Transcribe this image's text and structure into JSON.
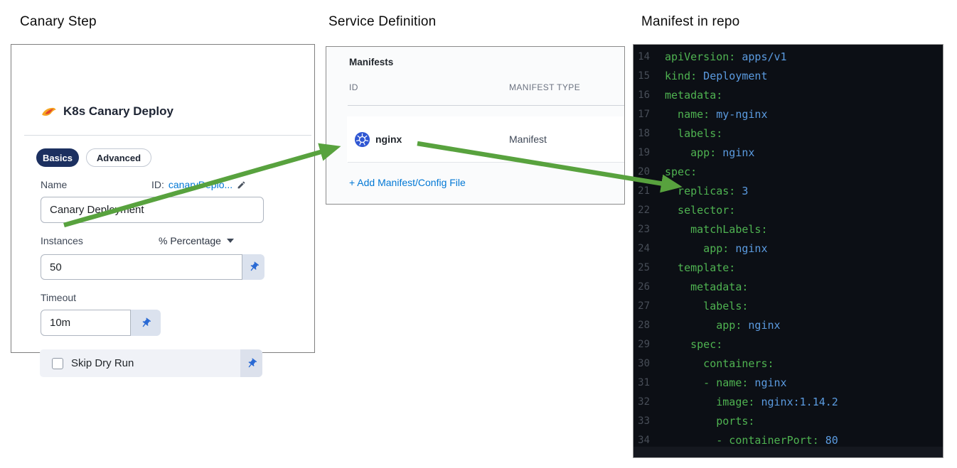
{
  "headings": {
    "left": "Canary Step",
    "middle": "Service Definition",
    "right": "Manifest in repo"
  },
  "canary": {
    "title": "K8s Canary Deploy",
    "tabs": [
      {
        "label": "Basics",
        "active": true
      },
      {
        "label": "Advanced",
        "active": false
      }
    ],
    "name": {
      "label": "Name",
      "id_prefix": "ID:",
      "id_value": "canaryDeplo...",
      "value": "Canary Deployment"
    },
    "instances": {
      "label": "Instances",
      "unit": "% Percentage",
      "value": "50"
    },
    "timeout": {
      "label": "Timeout",
      "value": "10m"
    },
    "skip_dry_run": {
      "label": "Skip Dry Run",
      "checked": false
    }
  },
  "service": {
    "title": "Manifests",
    "columns": [
      "ID",
      "MANIFEST TYPE"
    ],
    "rows": [
      {
        "id": "nginx",
        "type": "Manifest",
        "icon": "kubernetes-icon"
      }
    ],
    "add_link": "+ Add Manifest/Config File"
  },
  "code": {
    "lines": [
      {
        "num": 14,
        "indent": 0,
        "dash": false,
        "key": "apiVersion",
        "value": "apps/v1"
      },
      {
        "num": 15,
        "indent": 0,
        "dash": false,
        "key": "kind",
        "value": "Deployment"
      },
      {
        "num": 16,
        "indent": 0,
        "dash": false,
        "key": "metadata",
        "value": null
      },
      {
        "num": 17,
        "indent": 2,
        "dash": false,
        "key": "name",
        "value": "my-nginx"
      },
      {
        "num": 18,
        "indent": 2,
        "dash": false,
        "key": "labels",
        "value": null
      },
      {
        "num": 19,
        "indent": 4,
        "dash": false,
        "key": "app",
        "value": "nginx"
      },
      {
        "num": 20,
        "indent": 0,
        "dash": false,
        "key": "spec",
        "value": null
      },
      {
        "num": 21,
        "indent": 2,
        "dash": false,
        "key": "replicas",
        "value": "3"
      },
      {
        "num": 22,
        "indent": 2,
        "dash": false,
        "key": "selector",
        "value": null
      },
      {
        "num": 23,
        "indent": 4,
        "dash": false,
        "key": "matchLabels",
        "value": null
      },
      {
        "num": 24,
        "indent": 6,
        "dash": false,
        "key": "app",
        "value": "nginx"
      },
      {
        "num": 25,
        "indent": 2,
        "dash": false,
        "key": "template",
        "value": null
      },
      {
        "num": 26,
        "indent": 4,
        "dash": false,
        "key": "metadata",
        "value": null
      },
      {
        "num": 27,
        "indent": 6,
        "dash": false,
        "key": "labels",
        "value": null
      },
      {
        "num": 28,
        "indent": 8,
        "dash": false,
        "key": "app",
        "value": "nginx"
      },
      {
        "num": 29,
        "indent": 4,
        "dash": false,
        "key": "spec",
        "value": null
      },
      {
        "num": 30,
        "indent": 6,
        "dash": false,
        "key": "containers",
        "value": null
      },
      {
        "num": 31,
        "indent": 6,
        "dash": true,
        "key": "name",
        "value": "nginx"
      },
      {
        "num": 32,
        "indent": 8,
        "dash": false,
        "key": "image",
        "value": "nginx:1.14.2"
      },
      {
        "num": 33,
        "indent": 8,
        "dash": false,
        "key": "ports",
        "value": null
      },
      {
        "num": 34,
        "indent": 8,
        "dash": true,
        "key": "containerPort",
        "value": "80"
      }
    ]
  },
  "icons": {
    "step": "canary-bird-icon",
    "edit": "pencil-icon",
    "pin": "pin-icon",
    "manifest_row": "kubernetes-icon"
  },
  "colors": {
    "link_blue": "#0278d5",
    "pill_navy": "#1c3060",
    "pin_blue": "#2a6ad4",
    "pin_bg": "#dbe2ee",
    "arrow_green": "#58a23e",
    "code_bg": "#0c0f15",
    "code_key_green": "#4fb351",
    "code_value_blue": "#5b9be0",
    "code_linenum": "#484e58",
    "k8s_blue": "#3057d3"
  }
}
